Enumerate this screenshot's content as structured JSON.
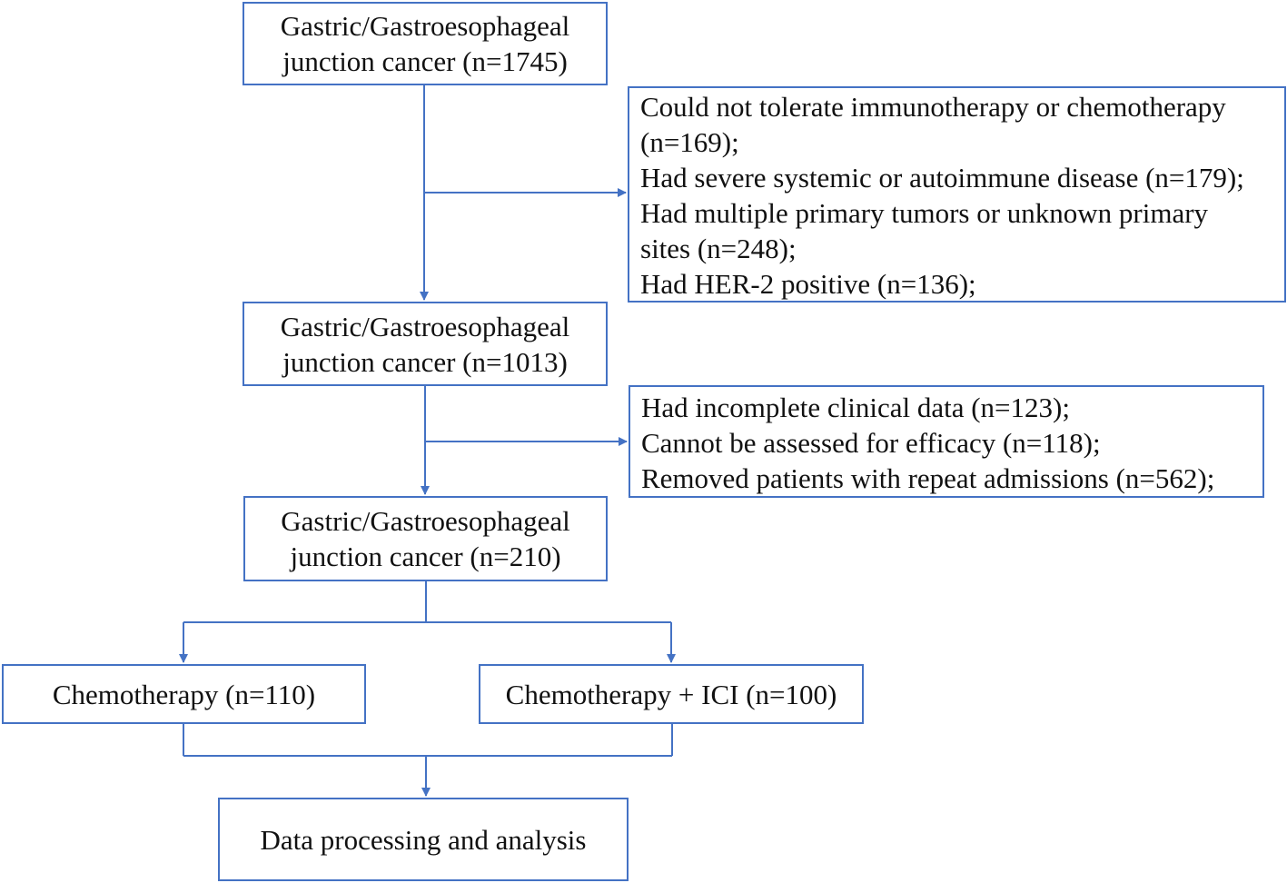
{
  "flowchart": {
    "stage1": {
      "lines": [
        "Gastric/Gastroesophageal",
        "junction cancer (n=1745)"
      ]
    },
    "exclusion1": {
      "lines": [
        "Could not tolerate immunotherapy or chemotherapy",
        "(n=169);",
        "Had severe systemic or autoimmune disease (n=179);",
        "Had multiple primary tumors or unknown primary",
        "sites (n=248);",
        "Had HER-2 positive (n=136);"
      ]
    },
    "stage2": {
      "lines": [
        "Gastric/Gastroesophageal",
        "junction cancer (n=1013)"
      ]
    },
    "exclusion2": {
      "lines": [
        "Had incomplete clinical data (n=123);",
        "Cannot be assessed for efficacy (n=118);",
        "Removed patients with repeat admissions  (n=562);"
      ]
    },
    "stage3": {
      "lines": [
        "Gastric/Gastroesophageal",
        "junction cancer (n=210)"
      ]
    },
    "group_chemo": {
      "label": "Chemotherapy (n=110)"
    },
    "group_chemo_ici": {
      "label": "Chemotherapy + ICI (n=100)"
    },
    "final": {
      "label": "Data processing and analysis"
    }
  },
  "colors": {
    "border": "#4472c4",
    "connector": "#4472c4",
    "text": "#111111"
  }
}
